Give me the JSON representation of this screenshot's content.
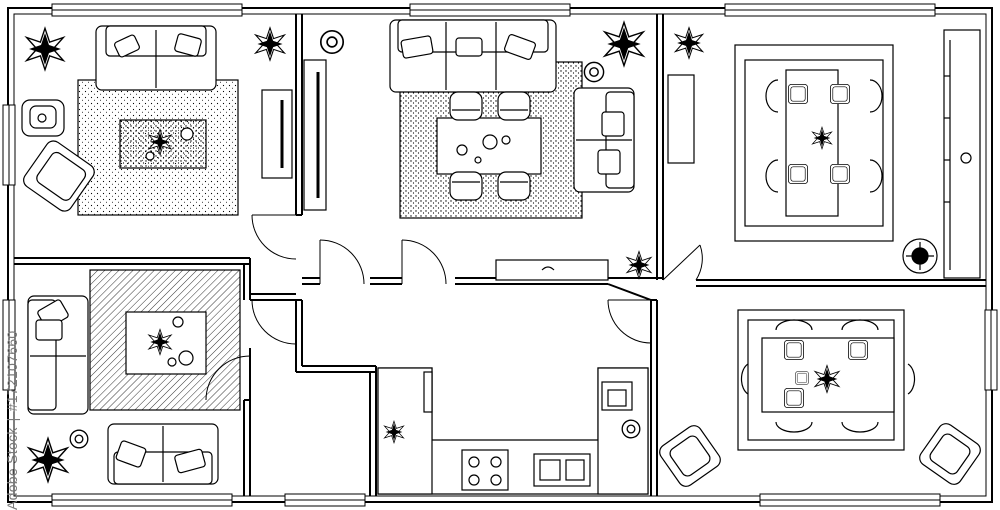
{
  "watermark": {
    "brand": "Adobe Stock",
    "separator": "|",
    "id": "#172107660"
  },
  "colors": {
    "line": "#000000",
    "background": "#ffffff",
    "watermark": "#7a7a7a"
  },
  "rooms": [
    {
      "name": "living-room-left"
    },
    {
      "name": "living-dining-center"
    },
    {
      "name": "dining-room-right"
    },
    {
      "name": "living-room-bottom-left"
    },
    {
      "name": "hallway"
    },
    {
      "name": "kitchen"
    },
    {
      "name": "dining-room-bottom-right"
    }
  ],
  "icons": [
    "plant-icon",
    "armchair-icon",
    "sofa-icon",
    "dining-table-icon",
    "chair-icon",
    "rug-icon",
    "door-icon",
    "window-icon",
    "stove-icon",
    "sink-icon",
    "lamp-icon",
    "tv-cabinet-icon"
  ]
}
